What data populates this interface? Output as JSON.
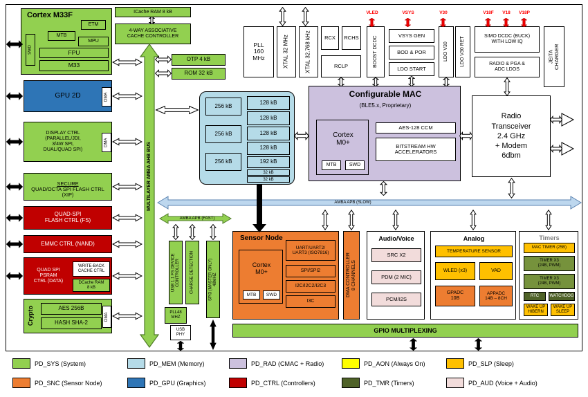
{
  "colors": {
    "pd_sys": "#92D050",
    "pd_mem": "#B5DBE8",
    "pd_rad": "#CCC1DE",
    "pd_aon": "#FFFF00",
    "pd_slp": "#FFC000",
    "pd_snc": "#ED7D31",
    "pd_gpu": "#2E75B6",
    "pd_ctrl": "#C00000",
    "pd_tmr": "#4F6228",
    "pd_aud": "#F2DCDB",
    "timer_olive": "#76923C",
    "pin_red": "#FF0000"
  },
  "cpu": {
    "title": "Cortex M33F",
    "etm": "ETM",
    "mtb": "MTB",
    "mpu": "MPU",
    "swd": "SWD",
    "fpu": "FPU",
    "m33": "M33"
  },
  "cache": {
    "icache": "ICache RAM 8 kB",
    "controller": "4-WAY ASSOCIATIVE\nCACHE CONTROLLER"
  },
  "gpu": {
    "title": "GPU 2D",
    "dma": "DMA"
  },
  "display": {
    "title": "DISPLAY CTRL\n(PARALLEL/JDI,\n3/4W SPI,\nDUAL/QUAD SPI)",
    "dma": "DMA"
  },
  "secure_flash": {
    "word": "SECURE",
    "rest": "QUAD/OCTA SPI FLASH CTRL (XIP)"
  },
  "qspi_flash": {
    "title": "QUAD-SPI\nFLASH CTRL (FS)"
  },
  "emmc": {
    "title": "EMMC CTRL (NAND)"
  },
  "psram": {
    "title": "QUAD SPI\nPSRAM\nCTRL (DATA)",
    "writeback": "WRITE-BACK\nCACHE CTRL",
    "dcache": "DCache RAM\n8 kB"
  },
  "crypto": {
    "title": "Crypto",
    "aes": "AES 256B",
    "sha": "HASH SHA-2",
    "dma": "DMA"
  },
  "buses": {
    "ahb": "MULTILAYER AMBA AHB BUS",
    "apb_slow": "AMBA APB (SLOW)",
    "apb_fast": "AMBA APB (FAST)"
  },
  "rom_otp": {
    "otp": "OTP 4 kB",
    "rom": "ROM 32 kB"
  },
  "memory": {
    "left": [
      "256 kB",
      "256 kB",
      "256 kB"
    ],
    "right": [
      "128 kB",
      "128 kB",
      "128 kB",
      "128 kB",
      "192 kB",
      "32 kB",
      "32 kB"
    ]
  },
  "clocks": {
    "pll": "PLL\n160\nMHz",
    "xtal32m": "XTAL 32 MHz",
    "xtal32k": "XTAL 32.768 kHz",
    "rcx": "RCX",
    "rchs": "RCHS",
    "rclp": "RCLP"
  },
  "power": {
    "boost": "BOOST DCDC",
    "vsys_gen": "VSYS GEN",
    "bod_por": "BOD & POR",
    "ldo_start": "LDO START",
    "ldo_v30": "LDO V30",
    "ldo_v30_ret": "LDO V30 RET",
    "simo": "SIMO DCDC (BUCK)\nWITH LOW IQ",
    "radio_ldos": "RADIO & PGA &\nADC LDOS",
    "jeita": "JEITA\nCHARGER"
  },
  "pins": {
    "vled": "VLED",
    "vsys": "VSYS",
    "v30": "V30",
    "v18f": "V18F",
    "v18": "V18",
    "v18p": "V18P"
  },
  "mac": {
    "title": "Configurable MAC",
    "subtitle": "(BLE5.x, Proprietary)",
    "cortex": "Cortex\nM0+",
    "mtb": "MTB",
    "swd": "SWD",
    "aes": "AES-128 CCM",
    "bitstream": "BITSTREAM HW\nACCELERATORS"
  },
  "radio": {
    "title": "Radio\nTransceiver\n2.4 GHz\n+ Modem\n6dbm"
  },
  "sensor": {
    "title": "Sensor Node",
    "cortex": "Cortex\nM0+",
    "mtb": "MTB",
    "swd": "SWD",
    "uart": "UART/UART2/\nUART3 (ISO7816)",
    "spi": "SPI/SPI2",
    "i2c": "I2C/I2C2/I2C3",
    "i3c": "I3C"
  },
  "dma_ctrl": {
    "title": "DMA CONTROLLER\n8 CHANNELS"
  },
  "audio": {
    "title": "Audio/Voice",
    "src": "SRC X2",
    "pdm": "PDM (2 MIC)",
    "pcm": "PCM/I2S"
  },
  "analog": {
    "title": "Analog",
    "temp": "TEMPERATURE SENSOR",
    "wled": "WLED (x3)",
    "vad": "VAD",
    "gpadc": "GPADC\n10B",
    "appadc": "APPADC\n14B – 8CH"
  },
  "timers": {
    "title": "Timers",
    "mac_timer": "MAC TIMER (25B)",
    "timer_a": "TIMER X3\n(24B, PWM)",
    "timer_b": "TIMER X3\n(24B, PWM)",
    "rtc": "RTC",
    "watchdog": "WATCHDOG",
    "wake_hibern": "WAKE UP\nHIBERN",
    "wake_sleep": "WAKE UP\nSLEEP"
  },
  "gpio": {
    "title": "GPIO MULTIPLEXING"
  },
  "usb": {
    "controller": "USB 1.1 FS DEVICE\nCONTROLLER",
    "charge": "CHARGE DETECTION",
    "spi3": "SPI3 (MASTER ONLY)\n48MHZ",
    "pll48": "PLL48\nMHZ",
    "phy": "USB\nPHY"
  },
  "legend": {
    "items": [
      {
        "label": "PD_SYS (System)",
        "color": "#92D050"
      },
      {
        "label": "PD_MEM (Memory)",
        "color": "#B5DBE8"
      },
      {
        "label": "PD_RAD (CMAC + Radio)",
        "color": "#CCC1DE"
      },
      {
        "label": "PD_AON (Always On)",
        "color": "#FFFF00"
      },
      {
        "label": "PD_SLP (Sleep)",
        "color": "#FFC000"
      },
      {
        "label": "PD_SNC (Sensor Node)",
        "color": "#ED7D31"
      },
      {
        "label": "PD_GPU (Graphics)",
        "color": "#2E75B6"
      },
      {
        "label": "PD_CTRL (Controllers)",
        "color": "#C00000"
      },
      {
        "label": "PD_TMR (Timers)",
        "color": "#4F6228"
      },
      {
        "label": "PD_AUD (Voice + Audio)",
        "color": "#F2DCDB"
      }
    ]
  }
}
